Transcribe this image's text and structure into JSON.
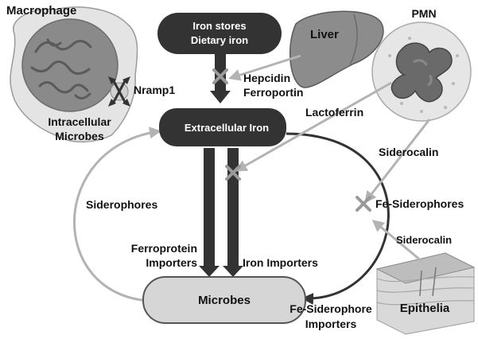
{
  "nodes": {
    "iron_stores": {
      "line1": "Iron stores",
      "line2": "Dietary iron"
    },
    "extracellular_iron": "Extracellular Iron",
    "microbes": "Microbes",
    "macrophage": "Macrophage",
    "pmn": "PMN",
    "liver": "Liver",
    "epithelia": "Epithelia"
  },
  "labels": {
    "nramp1": "Nramp1",
    "intracellular_line1": "Intracellular",
    "intracellular_line2": "Microbes",
    "hepcidin": "Hepcidin",
    "ferroportin": "Ferroportin",
    "lactoferrin": "Lactoferrin",
    "siderocalin_top": "Siderocalin",
    "fe_siderophores": "Fe-Siderophores",
    "siderocalin_bottom": "Siderocalin",
    "siderophores": "Siderophores",
    "ferroprotein_line1": "Ferroprotein",
    "ferroprotein_line2": "Importers",
    "iron_importers": "Iron Importers",
    "fe_siderophore_line1": "Fe-Siderophore",
    "fe_siderophore_line2": "Importers"
  },
  "colors": {
    "dark_node": "#333333",
    "light_node": "#d6d6d6",
    "dark_arrow": "#333333",
    "light_arrow": "#b3b3b3",
    "inhibition_mark": "#9a9a9a"
  }
}
